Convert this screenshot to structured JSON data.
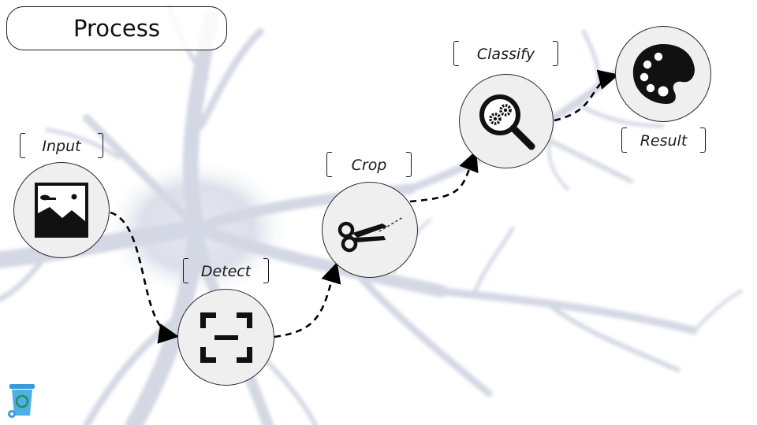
{
  "title": "Process",
  "steps": [
    {
      "label": "Input",
      "icon": "image-icon"
    },
    {
      "label": "Detect",
      "icon": "scan-frame-icon"
    },
    {
      "label": "Crop",
      "icon": "scissors-icon"
    },
    {
      "label": "Classify",
      "icon": "magnifier-gears-icon"
    },
    {
      "label": "Result",
      "icon": "palette-icon"
    }
  ],
  "colors": {
    "ink": "#111111",
    "node_fill": "#efefef",
    "neuron": "#c9cede",
    "recycle_bin": "#3a9ad9"
  }
}
